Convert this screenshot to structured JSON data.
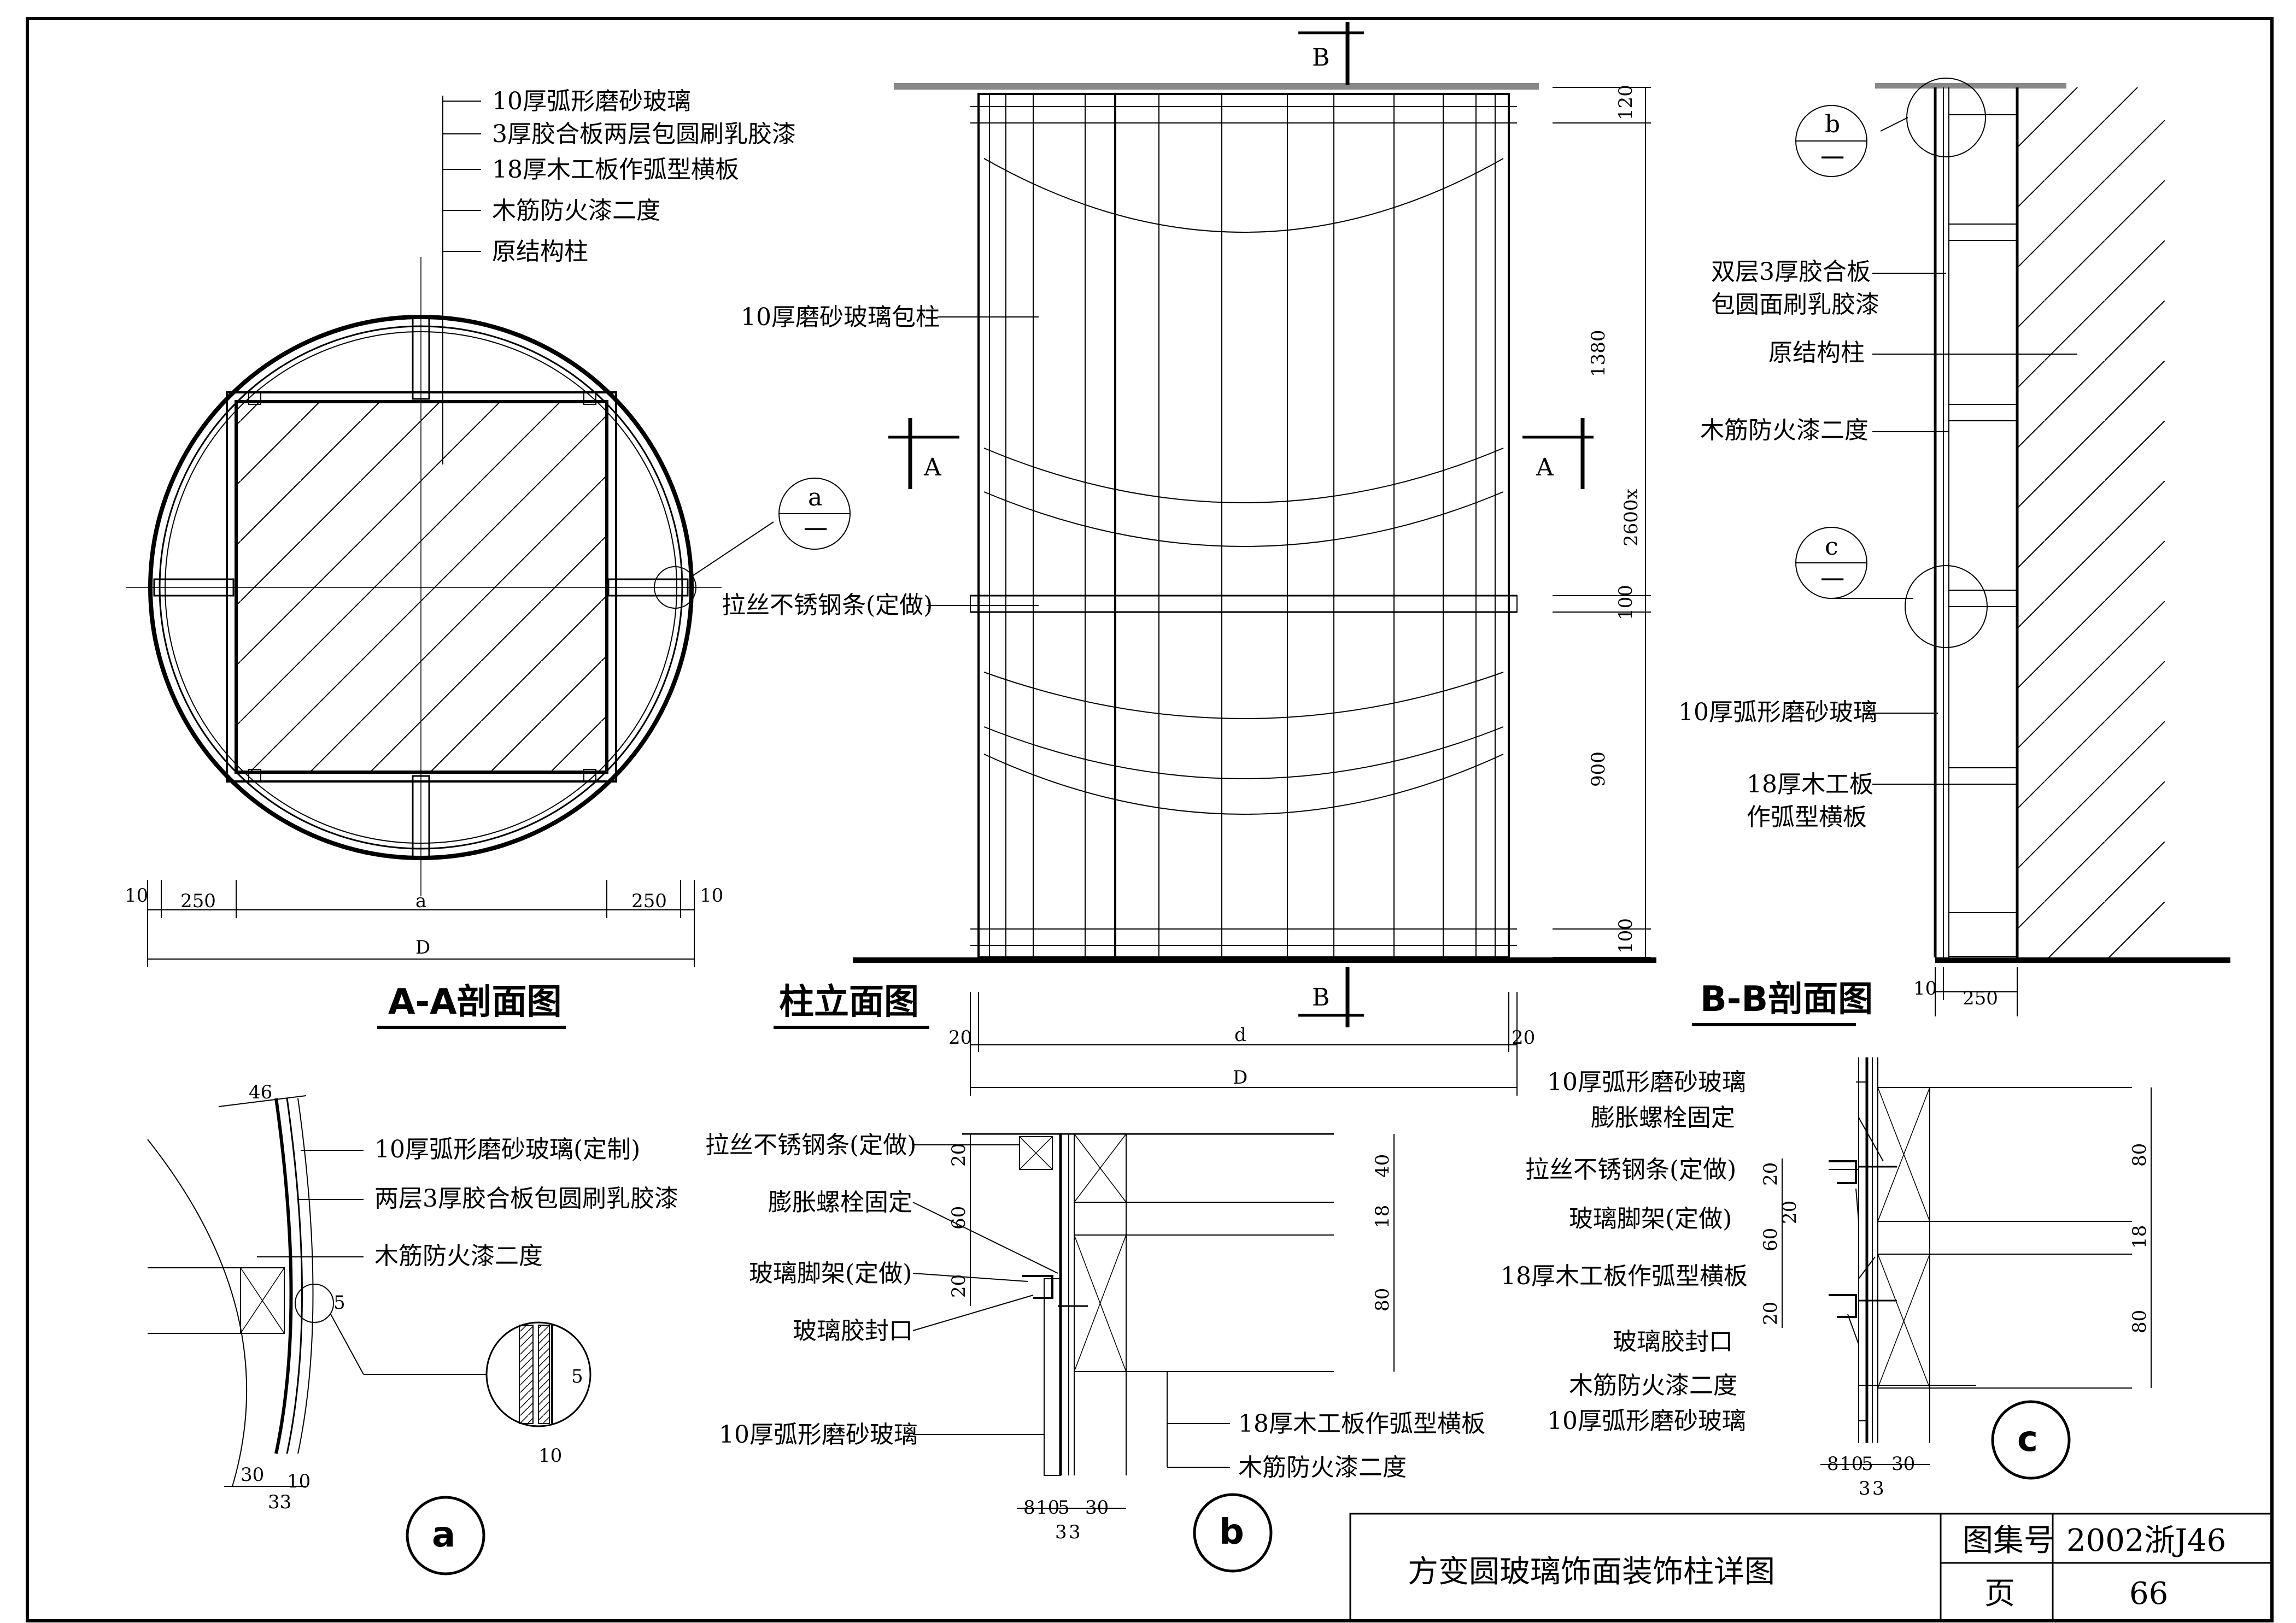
{
  "views": {
    "aa": {
      "title": "A-A剖面图",
      "labels": [
        "10厚弧形磨砂玻璃",
        "3厚胶合板两层包圆刷乳胶漆",
        "18厚木工板作弧型横板",
        "木筋防火漆二度",
        "原结构柱"
      ],
      "callout": {
        "letter": "a",
        "dash": "一"
      },
      "dims": {
        "edge": "10",
        "side": "250",
        "mid": "a",
        "total": "D"
      }
    },
    "elevation": {
      "title": "柱立面图",
      "labels": {
        "glass": "10厚磨砂玻璃包柱",
        "strip": "拉丝不锈钢条(定做)"
      },
      "section_marks": {
        "a": "A",
        "b": "B"
      },
      "dims": {
        "top": "120",
        "upper": "1380",
        "overall": "2600x",
        "band": "100",
        "lower": "900",
        "bottom": "100",
        "edge": "20",
        "mid": "d",
        "total": "D"
      }
    },
    "bb": {
      "title": "B-B剖面图",
      "labels": {
        "ply": [
          "双层3厚胶合板",
          "包圆面刷乳胶漆"
        ],
        "column": "原结构柱",
        "paint": "木筋防火漆二度",
        "glass": "10厚弧形磨砂玻璃",
        "board": [
          "18厚木工板",
          "作弧型横板"
        ]
      },
      "callouts": [
        {
          "letter": "b",
          "dash": "一"
        },
        {
          "letter": "c",
          "dash": "一"
        }
      ],
      "dims": {
        "edge": "10",
        "width": "250"
      }
    },
    "detail_a": {
      "mark": "a",
      "labels": [
        "10厚弧形磨砂玻璃(定制)",
        "两层3厚胶合板包圆刷乳胶漆",
        "木筋防火漆二度"
      ],
      "dims": {
        "top": "46",
        "gap": "5",
        "inset": "10",
        "a": "30",
        "b": "10",
        "c": "33"
      }
    },
    "detail_b": {
      "mark": "b",
      "labels_left": [
        "拉丝不锈钢条(定做)",
        "膨胀螺栓固定",
        "玻璃脚架(定做)",
        "玻璃胶封口",
        "10厚弧形磨砂玻璃"
      ],
      "labels_right": [
        "18厚木工板作弧型横板",
        "木筋防火漆二度"
      ],
      "dims_left": [
        "20",
        "60",
        "20"
      ],
      "dims_right": [
        "40",
        "18",
        "80"
      ],
      "dims_bottom": [
        "8",
        "10",
        "5",
        "30",
        "3",
        "3"
      ]
    },
    "detail_c": {
      "mark": "c",
      "labels": [
        "10厚弧形磨砂玻璃",
        "膨胀螺栓固定",
        "拉丝不锈钢条(定做)",
        "玻璃脚架(定做)",
        "18厚木工板作弧型横板",
        "玻璃胶封口",
        "木筋防火漆二度",
        "10厚弧形磨砂玻璃"
      ],
      "dims_left": [
        "20",
        "20",
        "60",
        "20"
      ],
      "dims_right": [
        "80",
        "18",
        "80"
      ],
      "dims_bottom": [
        "8",
        "10",
        "5",
        "30",
        "3",
        "3"
      ]
    }
  },
  "title_block": {
    "drawing_title": "方变圆玻璃饰面装饰柱详图",
    "atlas_label": "图集号",
    "atlas_value": "2002浙J46",
    "page_label": "页",
    "page_value": "66"
  }
}
